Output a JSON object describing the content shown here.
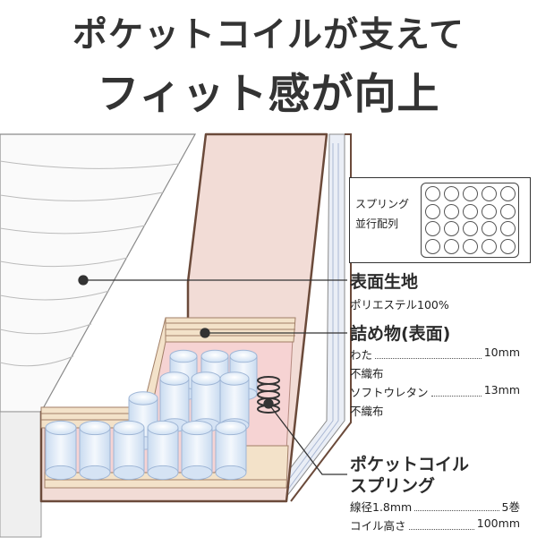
{
  "headline": {
    "line1": "ポケットコイルが支えて",
    "line2": "フィット感が向上"
  },
  "spring_box": {
    "label_1": "スプリング",
    "label_2": "並行配列",
    "grid_rows": 4,
    "grid_cols": 5
  },
  "surface_fabric": {
    "title": "表面生地",
    "material": "ポリエステル100%"
  },
  "filling": {
    "title": "詰め物(表面)",
    "specs": [
      {
        "label": "わた",
        "value": "10mm"
      },
      {
        "label": "不織布",
        "value": ""
      },
      {
        "label": "ソフトウレタン",
        "value": "13mm"
      },
      {
        "label": "不織布",
        "value": ""
      }
    ]
  },
  "pocket_coil": {
    "title_1": "ポケットコイル",
    "title_2": "スプリング",
    "specs": [
      {
        "label": "線径1.8mm",
        "value": "5巻"
      },
      {
        "label": "コイル高さ",
        "value": "100mm"
      }
    ]
  },
  "colors": {
    "fabric_pink": "#f2dcd6",
    "frame_brown": "#6b4a3a",
    "coil_blue": "#dce8f6",
    "foam_pink": "#f6d3d3",
    "leader_line": "#333333"
  }
}
